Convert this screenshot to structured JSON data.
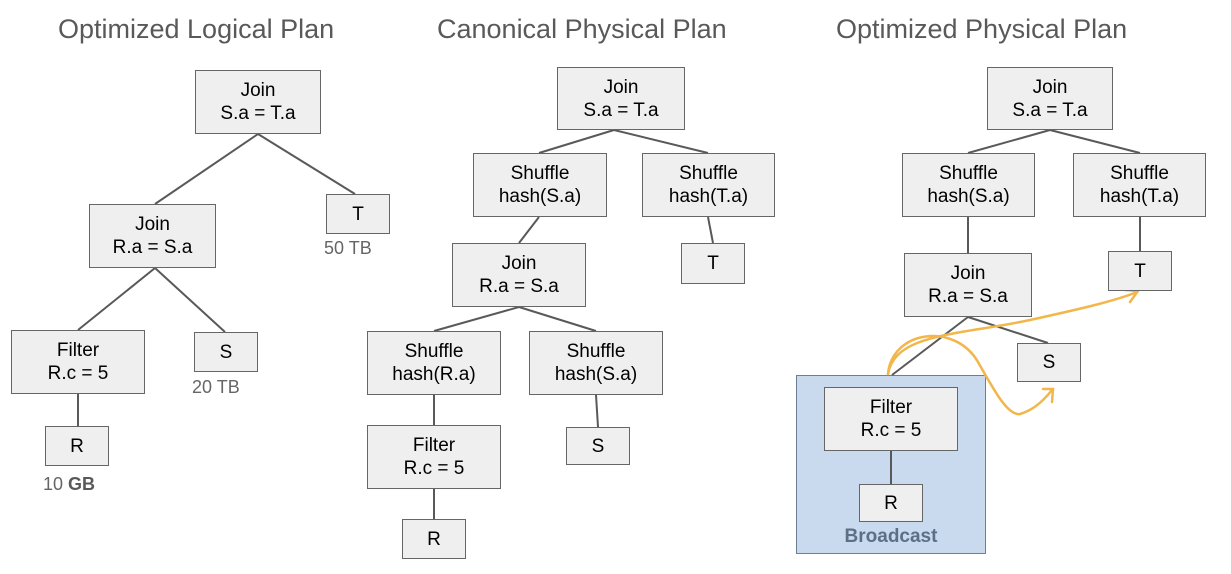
{
  "titles": {
    "logical": "Optimized Logical Plan",
    "canonical": "Canonical Physical Plan",
    "optimized": "Optimized Physical Plan"
  },
  "logical": {
    "join_top": [
      "Join",
      "S.a = T.a"
    ],
    "join_mid": [
      "Join",
      "R.a = S.a"
    ],
    "filter": [
      "Filter",
      "R.c = 5"
    ],
    "scan_t": [
      "T"
    ],
    "scan_s": [
      "S"
    ],
    "scan_r": [
      "R"
    ],
    "size_t": "50 TB",
    "size_s": "20 TB",
    "size_r_value": "10",
    "size_r_unit": "GB"
  },
  "canonical": {
    "join_top": [
      "Join",
      "S.a = T.a"
    ],
    "shuffle_sa_top": [
      "Shuffle",
      "hash(S.a)"
    ],
    "shuffle_ta": [
      "Shuffle",
      "hash(T.a)"
    ],
    "scan_t": [
      "T"
    ],
    "join_mid": [
      "Join",
      "R.a = S.a"
    ],
    "shuffle_ra": [
      "Shuffle",
      "hash(R.a)"
    ],
    "shuffle_sa_mid": [
      "Shuffle",
      "hash(S.a)"
    ],
    "filter": [
      "Filter",
      "R.c = 5"
    ],
    "scan_s": [
      "S"
    ],
    "scan_r": [
      "R"
    ]
  },
  "optimized": {
    "join_top": [
      "Join",
      "S.a = T.a"
    ],
    "shuffle_sa": [
      "Shuffle",
      "hash(S.a)"
    ],
    "shuffle_ta": [
      "Shuffle",
      "hash(T.a)"
    ],
    "join_mid": [
      "Join",
      "R.a = S.a"
    ],
    "scan_t": [
      "T"
    ],
    "scan_s": [
      "S"
    ],
    "filter": [
      "Filter",
      "R.c = 5"
    ],
    "scan_r": [
      "R"
    ],
    "broadcast_label": "Broadcast"
  },
  "colors": {
    "node_fill": "#efefef",
    "broadcast_fill": "#c9d9ee",
    "arrow": "#f2b64a"
  }
}
